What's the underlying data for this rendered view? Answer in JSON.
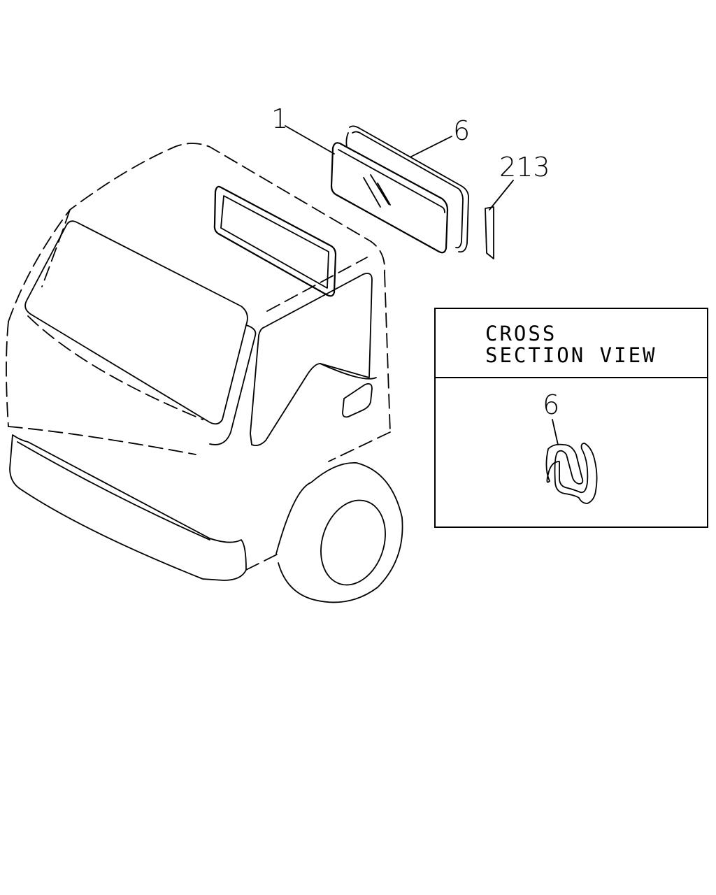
{
  "callouts": {
    "glass": "1",
    "weatherstrip": "6",
    "part_213": "213"
  },
  "cross_section": {
    "title_line1": "CROSS",
    "title_line2": "SECTION VIEW",
    "callout": "6"
  }
}
